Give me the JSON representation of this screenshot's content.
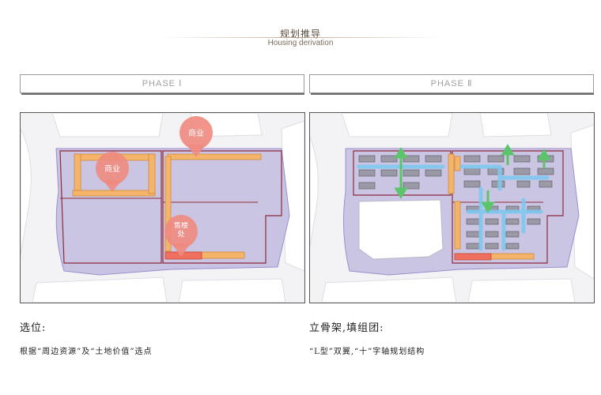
{
  "header": {
    "title_zh": "规划推导",
    "title_en": "Housing derivation"
  },
  "phases": [
    {
      "label": "PHASE Ⅰ",
      "pins": [
        "商业",
        "商业",
        "售楼处"
      ],
      "caption_title": "选位:",
      "caption_text": "根据“周边资源”及“土地价值”选点"
    },
    {
      "label": "PHASE Ⅱ",
      "caption_title": "立骨架,填组团:",
      "caption_text": "“L型”双翼,“十”字轴规划结构"
    }
  ],
  "colors": {
    "site_fill": "#c9c3e3",
    "site_border": "#8b2a3c",
    "commercial_strip": "#f4b46a",
    "sales_office": "#f07060",
    "pin": "#f08a80",
    "axis_blue": "#7fc8f0",
    "axis_green": "#5cc46a",
    "road": "#e8e8ee"
  }
}
